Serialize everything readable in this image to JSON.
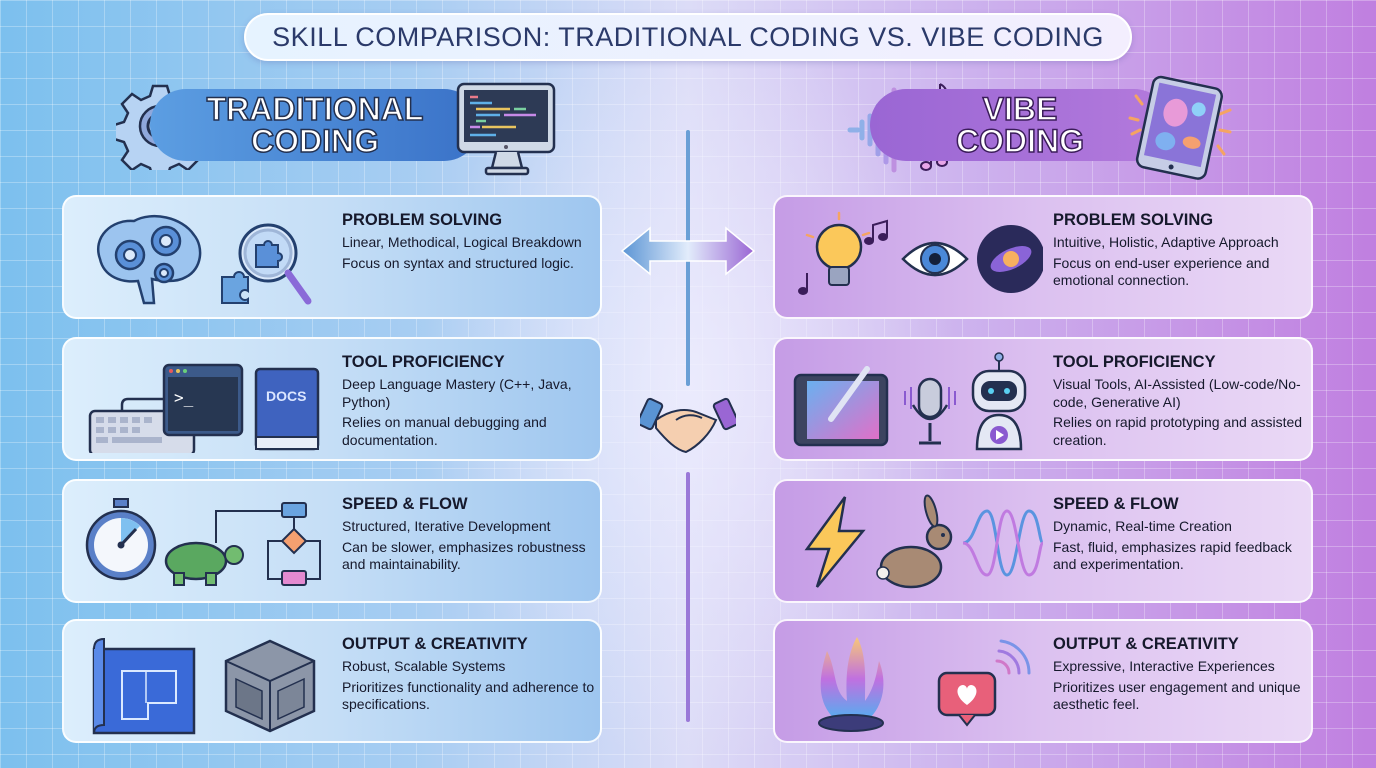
{
  "title": "SKILL COMPARISON: TRADITIONAL CODING VS. VIBE CODING",
  "left_column": {
    "heading_line1": "TRADITIONAL",
    "heading_line2": "CODING",
    "accent_color": "#3a72c8",
    "header_icons": [
      "gear-icon",
      "code-monitor-icon"
    ],
    "cards": [
      {
        "title": "PROBLEM SOLVING",
        "line1": "Linear, Methodical, Logical Breakdown",
        "line2": "Focus on syntax and structured logic.",
        "icons": [
          "brain-gears-icon",
          "magnifier-puzzle-icon"
        ]
      },
      {
        "title": "TOOL PROFICIENCY",
        "line1": "Deep Language Mastery (C++, Java, Python)",
        "line2": "Relies on manual debugging and documentation.",
        "icons": [
          "keyboard-icon",
          "terminal-icon",
          "docs-book-icon"
        ],
        "docs_label": "DOCS",
        "terminal_prompt": ">_"
      },
      {
        "title": "SPEED & FLOW",
        "line1": "Structured, Iterative Development",
        "line2": "Can be slower, emphasizes robustness and maintainability.",
        "icons": [
          "stopwatch-icon",
          "turtle-icon",
          "flowchart-icon"
        ]
      },
      {
        "title": "OUTPUT & CREATIVITY",
        "line1": "Robust, Scalable Systems",
        "line2": "Prioritizes functionality and adherence to specifications.",
        "icons": [
          "blueprint-icon",
          "metal-cube-icon"
        ]
      }
    ]
  },
  "right_column": {
    "heading_line1": "VIBE",
    "heading_line2": "CODING",
    "accent_color": "#9a66d4",
    "header_icons": [
      "soundwave-music-icon",
      "tablet-art-icon"
    ],
    "cards": [
      {
        "title": "PROBLEM SOLVING",
        "line1": "Intuitive, Holistic, Adaptive Approach",
        "line2": "Focus on end-user experience and emotional connection.",
        "icons": [
          "lightbulb-music-icon",
          "eye-icon",
          "galaxy-icon"
        ]
      },
      {
        "title": "TOOL PROFICIENCY",
        "line1": "Visual Tools, AI-Assisted (Low-code/No-code, Generative AI)",
        "line2": "Relies on rapid prototyping and assisted creation.",
        "icons": [
          "drawing-tablet-icon",
          "microphone-icon",
          "robot-icon"
        ]
      },
      {
        "title": "SPEED & FLOW",
        "line1": "Dynamic, Real-time Creation",
        "line2": "Fast, fluid, emphasizes rapid feedback and experimentation.",
        "icons": [
          "lightning-icon",
          "rabbit-icon",
          "wave-icon"
        ]
      },
      {
        "title": "OUTPUT & CREATIVITY",
        "line1": "Expressive, Interactive Experiences",
        "line2": "Prioritizes user engagement and unique aesthetic feel.",
        "icons": [
          "crystal-flame-icon",
          "heart-notification-icon"
        ]
      }
    ]
  },
  "center": {
    "icons": [
      "double-arrow-icon",
      "handshake-icon"
    ]
  }
}
